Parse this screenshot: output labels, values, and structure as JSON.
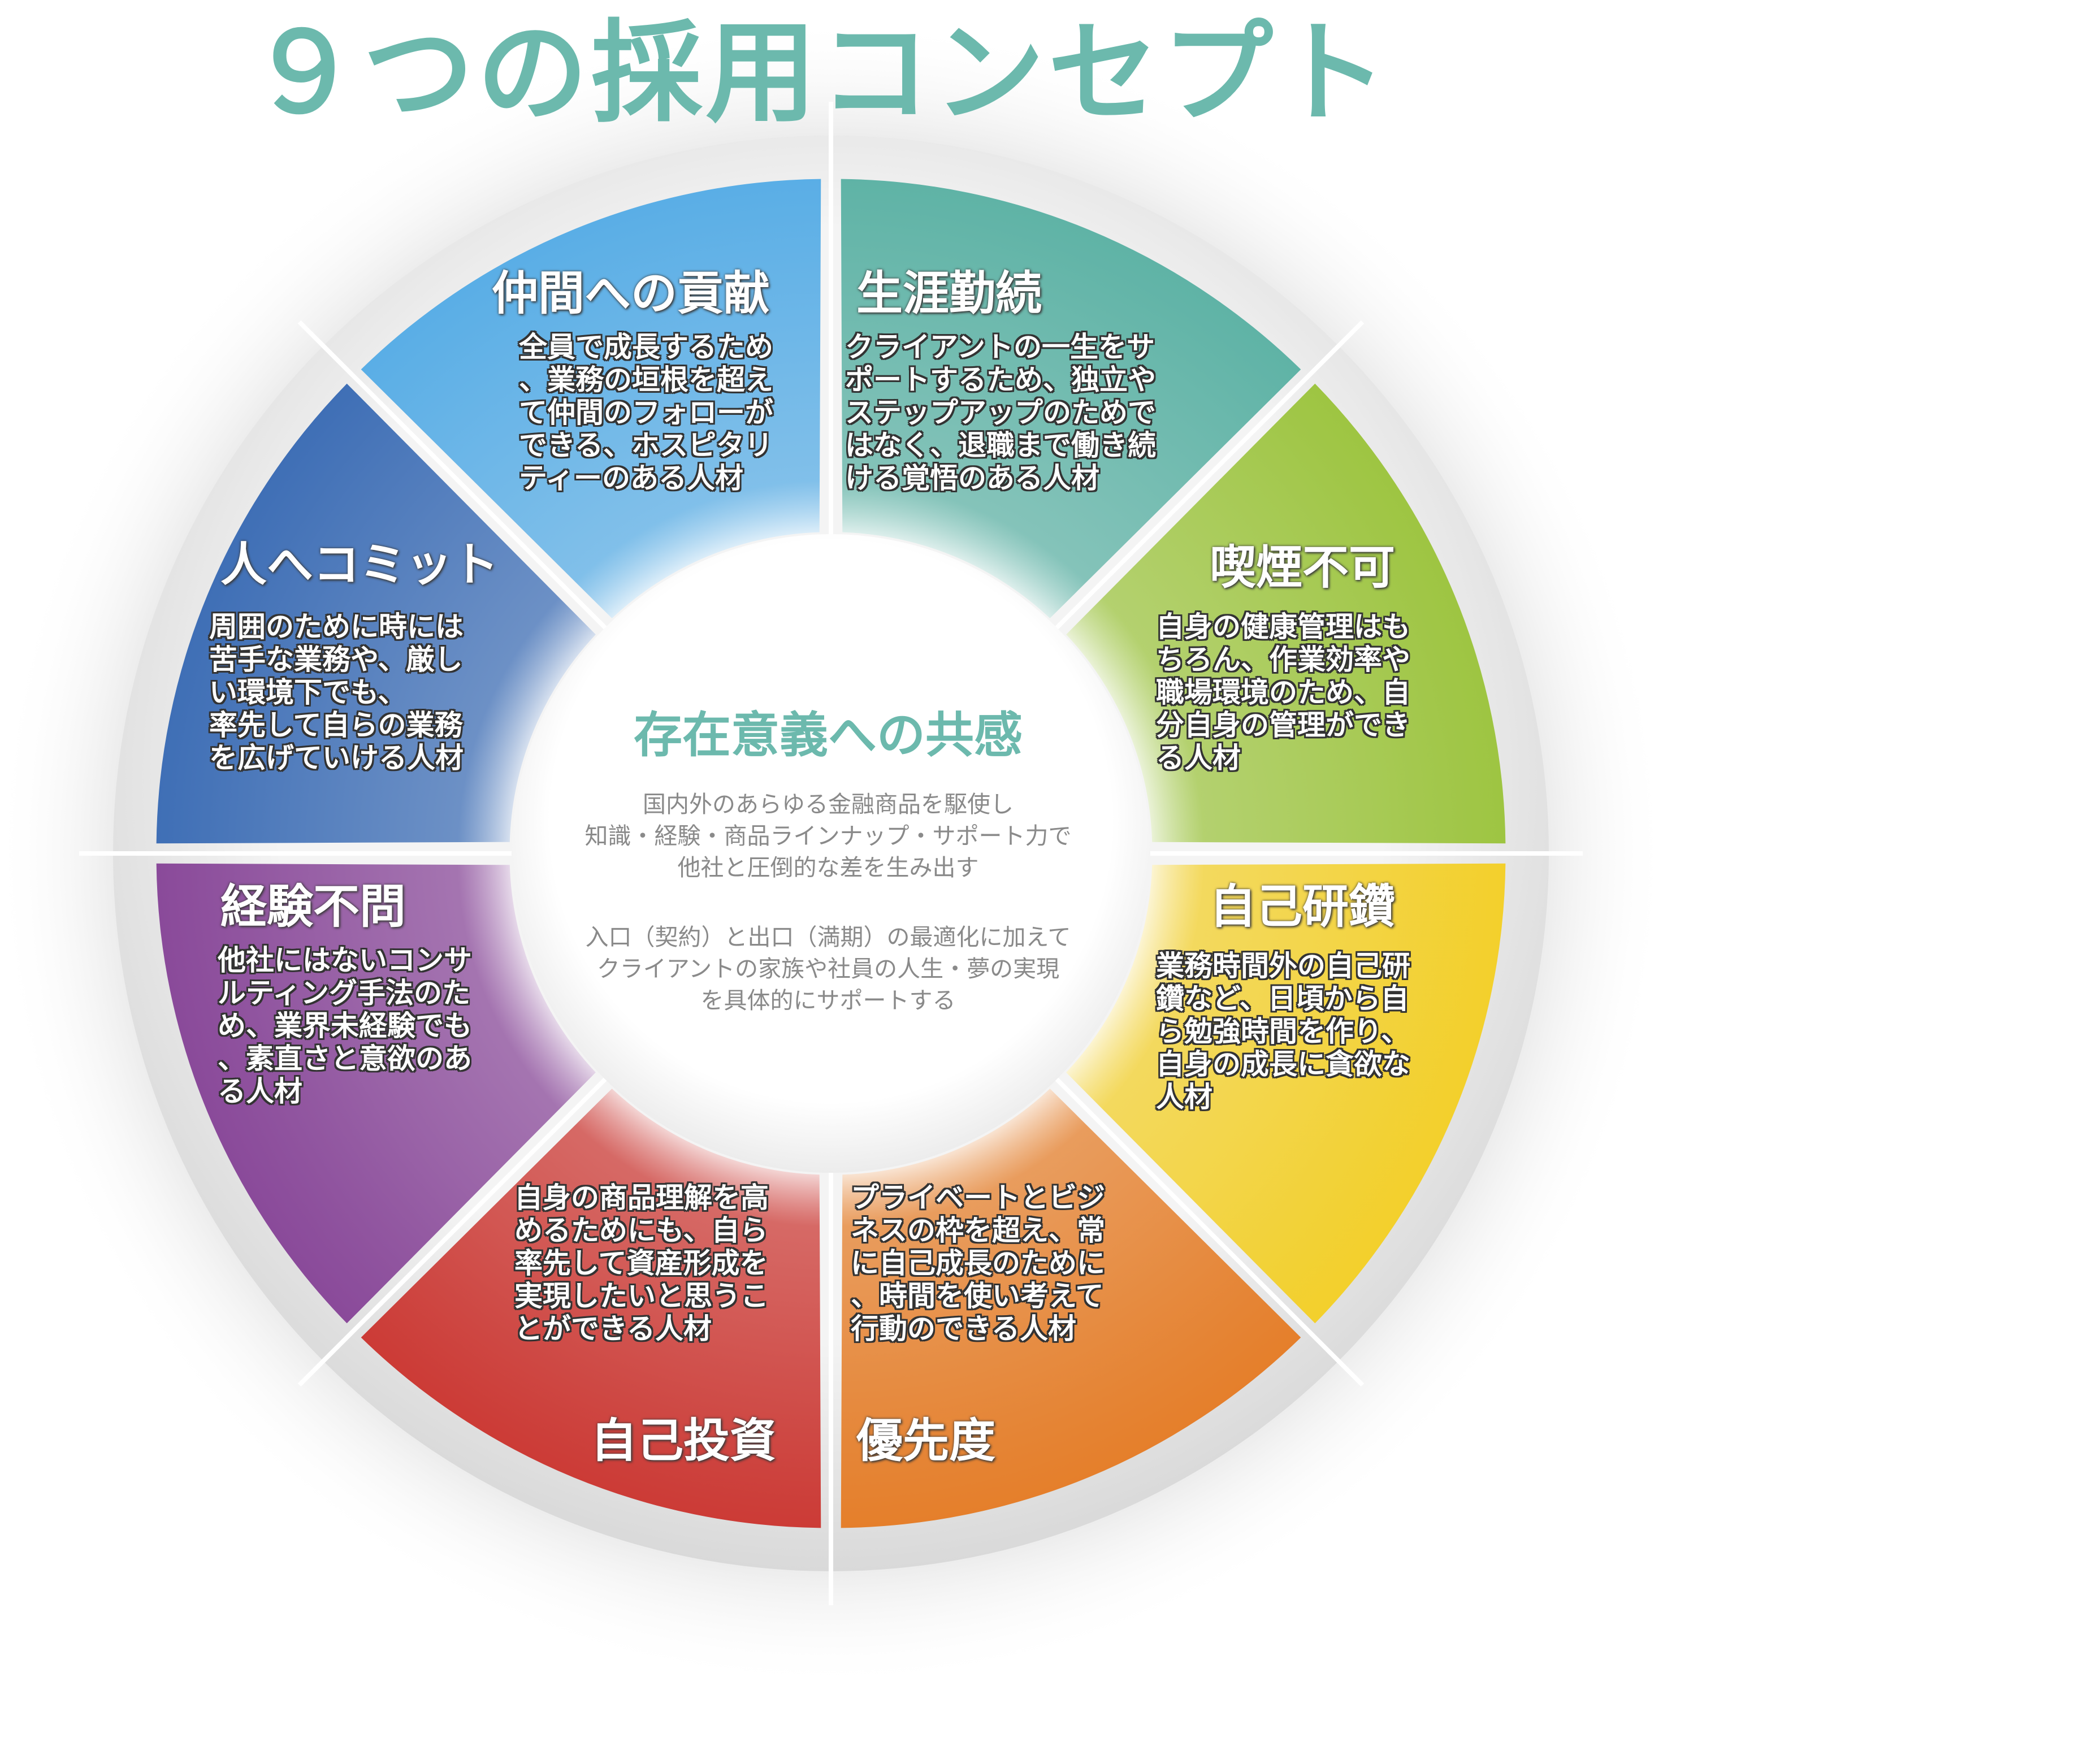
{
  "title": "９つの採用コンセプト",
  "center": {
    "title": "存在意義への共感",
    "paragraph1": "国内外のあらゆる金融商品を駆使し\n知識・経験・商品ラインナップ・サポート力で\n他社と圧倒的な差を生み出す",
    "paragraph2": "入口（契約）と出口（満期）の最適化に加えて\nクライアントの家族や社員の人生・夢の実現\nを具体的にサポートする",
    "color": "#6cb9ad"
  },
  "segments": [
    {
      "id": "nakama",
      "title": "仲間への貢献",
      "description": "全員で成長するため\n、業務の垣根を超え\nて仲間のフォローが\nできる、ホスピタリ\nティーのある人材",
      "color": "#5fb3a6"
    },
    {
      "id": "shogai",
      "title": "生涯勤続",
      "description": "クライアントの一生をサ\nポートするため、独立や\nステップアップのためで\nはなく、退職まで働き続\nける覚悟のある人材",
      "color": "#9ec542"
    },
    {
      "id": "kitsuen",
      "title": "喫煙不可",
      "description": "自身の健康管理はも\nちろん、作業効率や\n職場環境のため、自\n分自身の管理ができ\nる人材",
      "color": "#f3d02c"
    },
    {
      "id": "kenzan",
      "title": "自己研鑽",
      "description": "業務時間外の自己研\n鑽など、日頃から自\nら勉強時間を作り、\n自身の成長に貪欲な\n人材",
      "color": "#e57f2b"
    },
    {
      "id": "yusendo",
      "title": "優先度",
      "description": "プライベートとビジ\nネスの枠を超え、常\nに自己成長のために\n、時間を使い考えて\n行動のできる人材",
      "color": "#cc3b36"
    },
    {
      "id": "toshi",
      "title": "自己投資",
      "description": "自身の商品理解を高\nめるためにも、自ら\n率先して資産形成を\n実現したいと思うこ\nとができる人材",
      "color": "#8a4a9a"
    },
    {
      "id": "keiken",
      "title": "経験不問",
      "description": "他社にはないコンサ\nルティング手法のた\nめ、業界未経験でも\n、素直さと意欲のあ\nる人材",
      "color": "#3f6fb6"
    },
    {
      "id": "commit",
      "title": "人へコミット",
      "description": "周囲のために時には\n苦手な業務や、厳し\nい環境下でも、\n率先して自らの業務\nを広げていける人材",
      "color": "#5aaee6"
    }
  ]
}
